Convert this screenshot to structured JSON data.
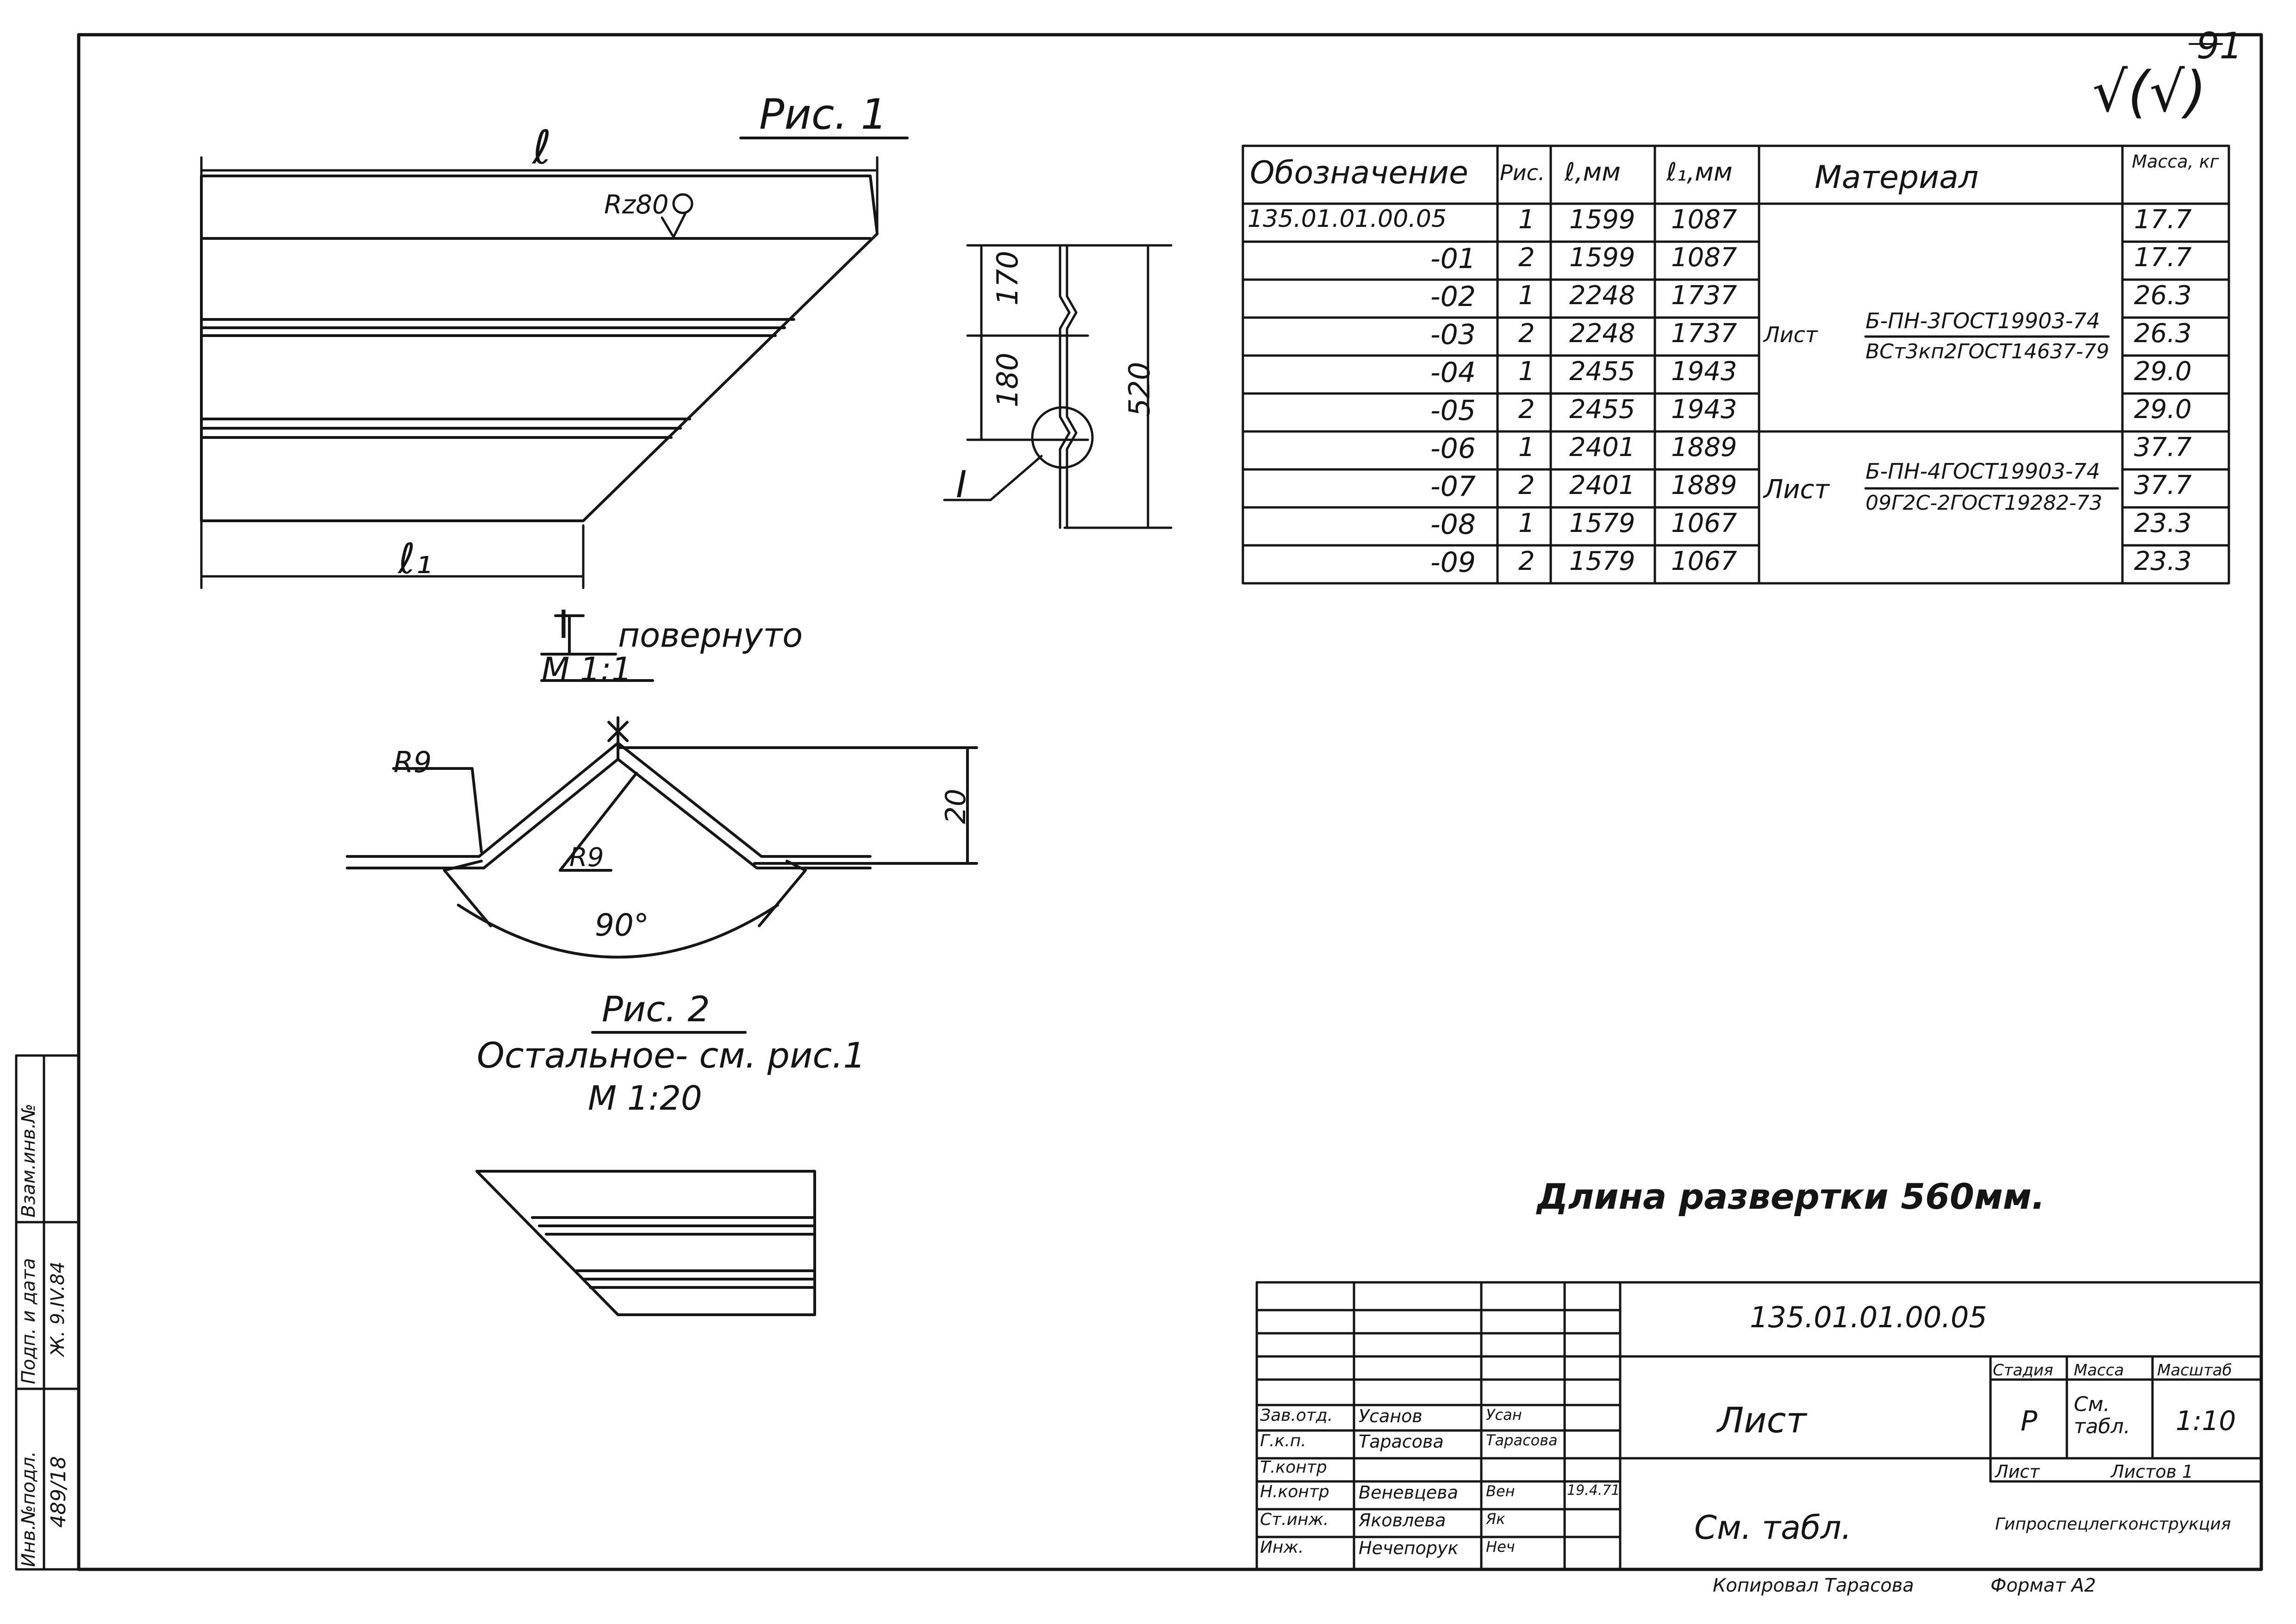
{
  "sheet_number": "91",
  "roughness_symbol": "√(√)",
  "fig1": {
    "title": "Рис. 1",
    "dim_l": "ℓ",
    "dim_l1": "ℓ₁",
    "roughness": "Rz80",
    "section_marker": "I",
    "dim_170": "170",
    "dim_180": "180",
    "dim_520": "520"
  },
  "detail": {
    "marker": "I",
    "caption": "повернуто",
    "scale": "М 1:1",
    "r_outer": "R9",
    "r_inner": "R9",
    "angle": "90°",
    "height": "20"
  },
  "fig2": {
    "title": "Рис. 2",
    "note": "Остальное- см. рис.1",
    "scale": "М 1:20"
  },
  "unfold_note": "Длина развертки 560мм.",
  "spec_table": {
    "headers": [
      "Обозначение",
      "Рис.",
      "ℓ,мм",
      "ℓ₁,мм",
      "Материал",
      "Масса, кг"
    ],
    "rows": [
      {
        "code": "135.01.01.00.05",
        "fig": "1",
        "l": "1599",
        "l1": "1087",
        "mass": "17.7"
      },
      {
        "code": "-01",
        "fig": "2",
        "l": "1599",
        "l1": "1087",
        "mass": "17.7"
      },
      {
        "code": "-02",
        "fig": "1",
        "l": "2248",
        "l1": "1737",
        "mass": "26.3"
      },
      {
        "code": "-03",
        "fig": "2",
        "l": "2248",
        "l1": "1737",
        "mass": "26.3"
      },
      {
        "code": "-04",
        "fig": "1",
        "l": "2455",
        "l1": "1943",
        "mass": "29.0"
      },
      {
        "code": "-05",
        "fig": "2",
        "l": "2455",
        "l1": "1943",
        "mass": "29.0"
      },
      {
        "code": "-06",
        "fig": "1",
        "l": "2401",
        "l1": "1889",
        "mass": "37.7"
      },
      {
        "code": "-07",
        "fig": "2",
        "l": "2401",
        "l1": "1889",
        "mass": "37.7"
      },
      {
        "code": "-08",
        "fig": "1",
        "l": "1579",
        "l1": "1067",
        "mass": "23.3"
      },
      {
        "code": "-09",
        "fig": "2",
        "l": "1579",
        "l1": "1067",
        "mass": "23.3"
      }
    ],
    "material_a": {
      "prefix": "Лист",
      "top": "Б-ПН-3ГОСТ19903-74",
      "bottom": "ВСт3кп2ГОСТ14637-79"
    },
    "material_b": {
      "prefix": "Лист",
      "top": "Б-ПН-4ГОСТ19903-74",
      "bottom": "09Г2С-2ГОСТ19282-73"
    }
  },
  "title_block": {
    "doc_code": "135.01.01.00.05",
    "name": "Лист",
    "material": "См. табл.",
    "stage_label": "Стадия",
    "mass_label": "Масса",
    "scale_label": "Масштаб",
    "stage": "Р",
    "mass": "См. табл.",
    "scale": "1:10",
    "sheet_label": "Лист",
    "sheets_label": "Листов 1",
    "org": "Гипроспецлегконструкция",
    "roles": [
      {
        "role": "Зав.отд.",
        "name": "Усанов",
        "sig": "Усан",
        "date": ""
      },
      {
        "role": "Г.к.п.",
        "name": "Тарасова",
        "sig": "Тарасова",
        "date": ""
      },
      {
        "role": "Т.контр",
        "name": "",
        "sig": "",
        "date": ""
      },
      {
        "role": "Н.контр",
        "name": "Веневцева",
        "sig": "Вен",
        "date": "19.4.71"
      },
      {
        "role": "Ст.инж.",
        "name": "Яковлева",
        "sig": "Як",
        "date": ""
      },
      {
        "role": "Инж.",
        "name": "Нечепорук",
        "sig": "Неч",
        "date": ""
      }
    ],
    "copied": "Копировал Тарасова",
    "format": "Формат А2"
  },
  "side_stamp": {
    "inv": "Инв.№подл.",
    "inv_val": "489/18",
    "sign": "Подп. и дата",
    "sign_val": "Ж. 9.IV.84",
    "vzam": "Взам.инв.№"
  }
}
